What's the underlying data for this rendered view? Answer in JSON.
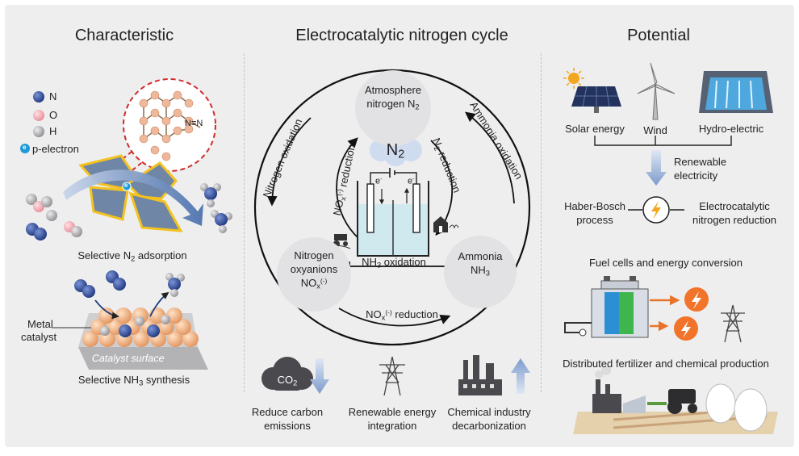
{
  "headings": {
    "characteristic": "Characteristic",
    "cycle": "Electrocatalytic nitrogen cycle",
    "potential": "Potential"
  },
  "legend": {
    "n": "N",
    "o": "O",
    "h": "H",
    "e_symbol": "e",
    "e": "p-electron"
  },
  "left": {
    "adsorption_pre": "Selective N",
    "adsorption_sub": "2",
    "adsorption_post": " adsorption",
    "metal": "Metal",
    "catalyst": "catalyst",
    "surface": "Catalyst surface",
    "synthesis_pre": "Selective NH",
    "synthesis_sub": "3",
    "synthesis_post": " synthesis",
    "triple_bond": "N≡N"
  },
  "cycle": {
    "atm_line1": "Atmosphere",
    "atm_line2": "nitrogen N",
    "atm_sub": "2",
    "n2_cloud": "N",
    "n2_cloud_sub": "2",
    "ammonia_line1": "Ammonia",
    "ammonia_line2": "NH",
    "ammonia_sub": "3",
    "oxy_line1": "Nitrogen",
    "oxy_line2": "oxyanions",
    "oxy_line3": "NO",
    "oxy_sub": "x",
    "oxy_sup": "(-)",
    "nitrogen_oxidation": "Nitrogen oxidation",
    "ammonia_oxidation": "Ammonia oxidation",
    "n2_reduction_pre": "N",
    "n2_reduction_sub": "2",
    "n2_reduction_post": " reduction",
    "nox_reduction_inner_pre": "NO",
    "nox_reduction_inner_sub": "x",
    "nox_reduction_inner_sup": "(-)",
    "nox_reduction_inner_post": " reduction",
    "nh3_oxidation_pre": "NH",
    "nh3_oxidation_sub": "3",
    "nh3_oxidation_post": " oxidation",
    "nox_reduction_pre": "NO",
    "nox_reduction_sub": "x",
    "nox_reduction_sup": "(-)",
    "nox_reduction_post": " reduction",
    "electron_left": "e",
    "electron_right": "e",
    "electron_sup": "-"
  },
  "benefits": {
    "co2": "CO",
    "co2_sub": "2",
    "carbon_line1": "Reduce carbon",
    "carbon_line2": "emissions",
    "renew_line1": "Renewable energy",
    "renew_line2": "integration",
    "chem_line1": "Chemical industry",
    "chem_line2": "decarbonization"
  },
  "potential": {
    "solar": "Solar energy",
    "wind": "Wind",
    "hydro": "Hydro-electric",
    "renew_line1": "Renewable",
    "renew_line2": "electricity",
    "haber_line1": "Haber-Bosch",
    "haber_line2": "process",
    "ecnr_line1": "Electrocatalytic",
    "ecnr_line2": "nitrogen reduction",
    "fuel": "Fuel cells and energy conversion",
    "fertilizer": "Distributed fertilizer and chemical production"
  },
  "colors": {
    "background": "#eeeeef",
    "nitrogen_atom": "#2e4a9c",
    "oxygen_atom": "#f3a9b2",
    "hydrogen_atom": "#a9a9ad",
    "catalyst_sheet": "#6f86a6",
    "catalyst_edge": "#f4c21f",
    "arrow_blue": "#5a7fb8",
    "cycle_line": "#111111"
  }
}
